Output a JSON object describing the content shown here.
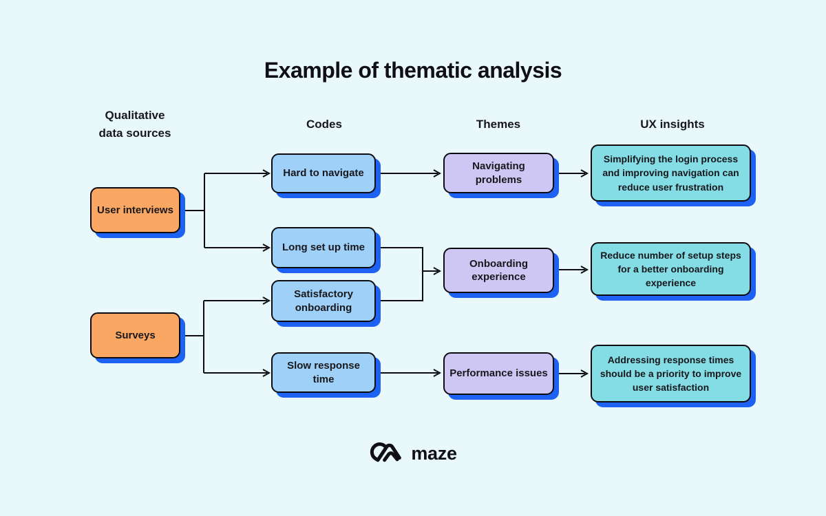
{
  "title": "Example of thematic analysis",
  "headers": {
    "sources": "Qualitative\ndata sources",
    "codes": "Codes",
    "themes": "Themes",
    "insights": "UX insights"
  },
  "nodes": {
    "user_interviews": "User interviews",
    "surveys": "Surveys",
    "hard_to_navigate": "Hard to navigate",
    "long_set_up_time": "Long set up time",
    "satisfactory_onboarding": "Satisfactory onboarding",
    "slow_response_time": "Slow response time",
    "navigating_problems": "Navigating problems",
    "onboarding_experience": "Onboarding experience",
    "performance_issues": "Performance issues",
    "insight_navigation": "Simplifying the login process and improving navigation can reduce user frustration",
    "insight_onboarding": "Reduce number of setup steps for a better onboarding experience",
    "insight_performance": "Addressing response times should be a priority to improve user satisfaction"
  },
  "edges": [
    {
      "from": "user_interviews",
      "to": "hard_to_navigate"
    },
    {
      "from": "user_interviews",
      "to": "long_set_up_time"
    },
    {
      "from": "surveys",
      "to": "satisfactory_onboarding"
    },
    {
      "from": "surveys",
      "to": "slow_response_time"
    },
    {
      "from": "hard_to_navigate",
      "to": "navigating_problems"
    },
    {
      "from": "long_set_up_time",
      "to": "onboarding_experience"
    },
    {
      "from": "satisfactory_onboarding",
      "to": "onboarding_experience"
    },
    {
      "from": "slow_response_time",
      "to": "performance_issues"
    },
    {
      "from": "navigating_problems",
      "to": "insight_navigation"
    },
    {
      "from": "onboarding_experience",
      "to": "insight_onboarding"
    },
    {
      "from": "performance_issues",
      "to": "insight_performance"
    }
  ],
  "colors": {
    "background": "#E9F8FA",
    "source_fill": "#F9A763",
    "code_fill": "#9FD1F8",
    "theme_fill": "#CFC7F3",
    "insight_fill": "#84DCE4",
    "shadow_blue": "#1E62F3",
    "line_black": "#0C0C10",
    "text": "#17171C"
  },
  "logo": {
    "text": "maze"
  }
}
